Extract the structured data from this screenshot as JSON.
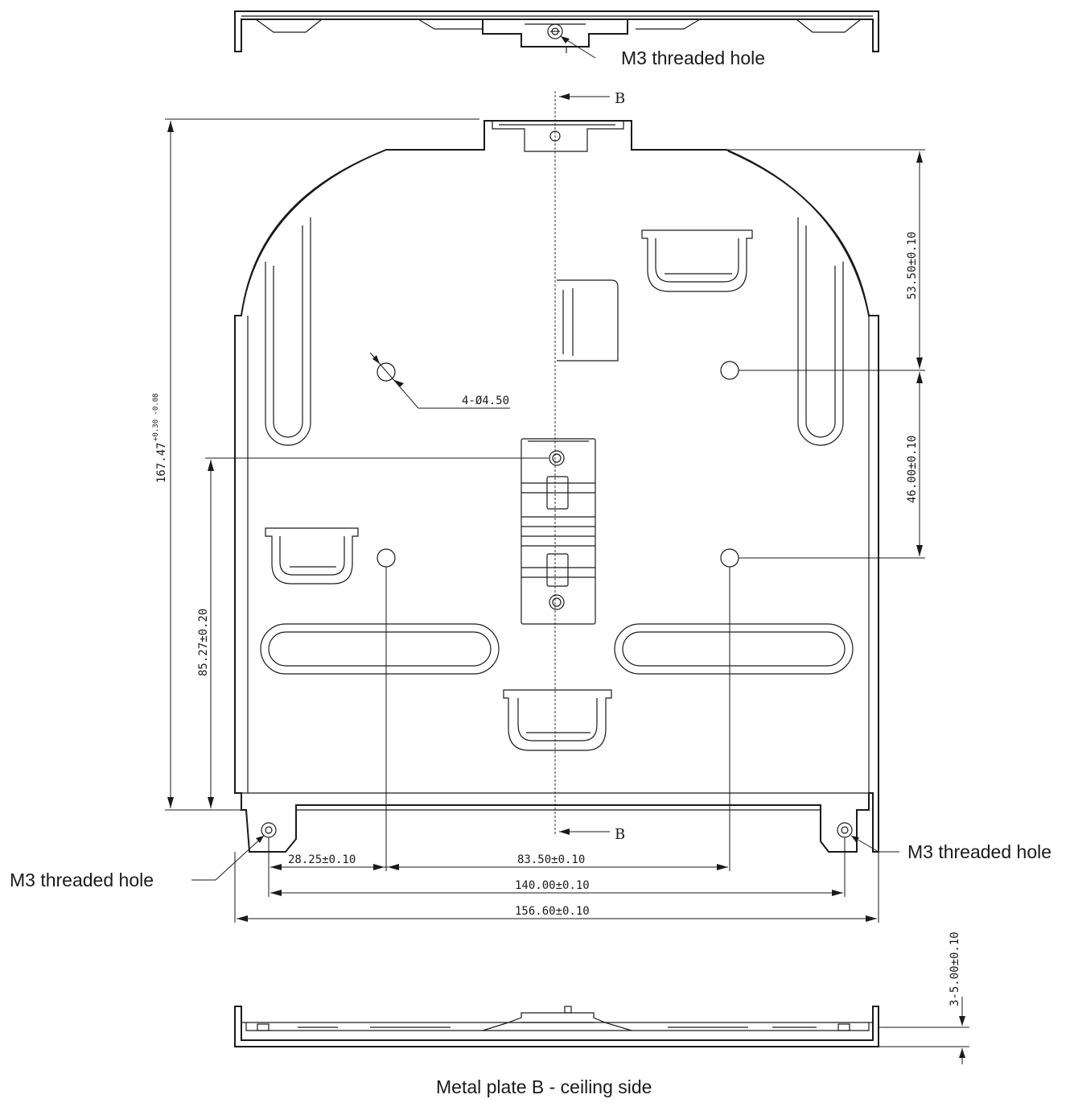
{
  "labels": {
    "m3_top": "M3 threaded hole",
    "m3_left": "M3 threaded hole",
    "m3_right": "M3 threaded hole",
    "hole_callout": "4-Ø4.50",
    "section_top": "B",
    "section_bottom": "B",
    "caption": "Metal plate B - ceiling side"
  },
  "dimensions": {
    "overall_height": "167.47",
    "overall_height_tol": "+0.30 -0.08",
    "hole_row_height": "85.27±0.20",
    "right_upper": "53.50±0.10",
    "right_lower": "46.00±0.10",
    "left_offset": "28.25±0.10",
    "hole_spacing": "83.50±0.10",
    "thread_spacing": "140.00±0.10",
    "overall_width": "156.60±0.10",
    "thickness": "3-5.00±0.10"
  }
}
